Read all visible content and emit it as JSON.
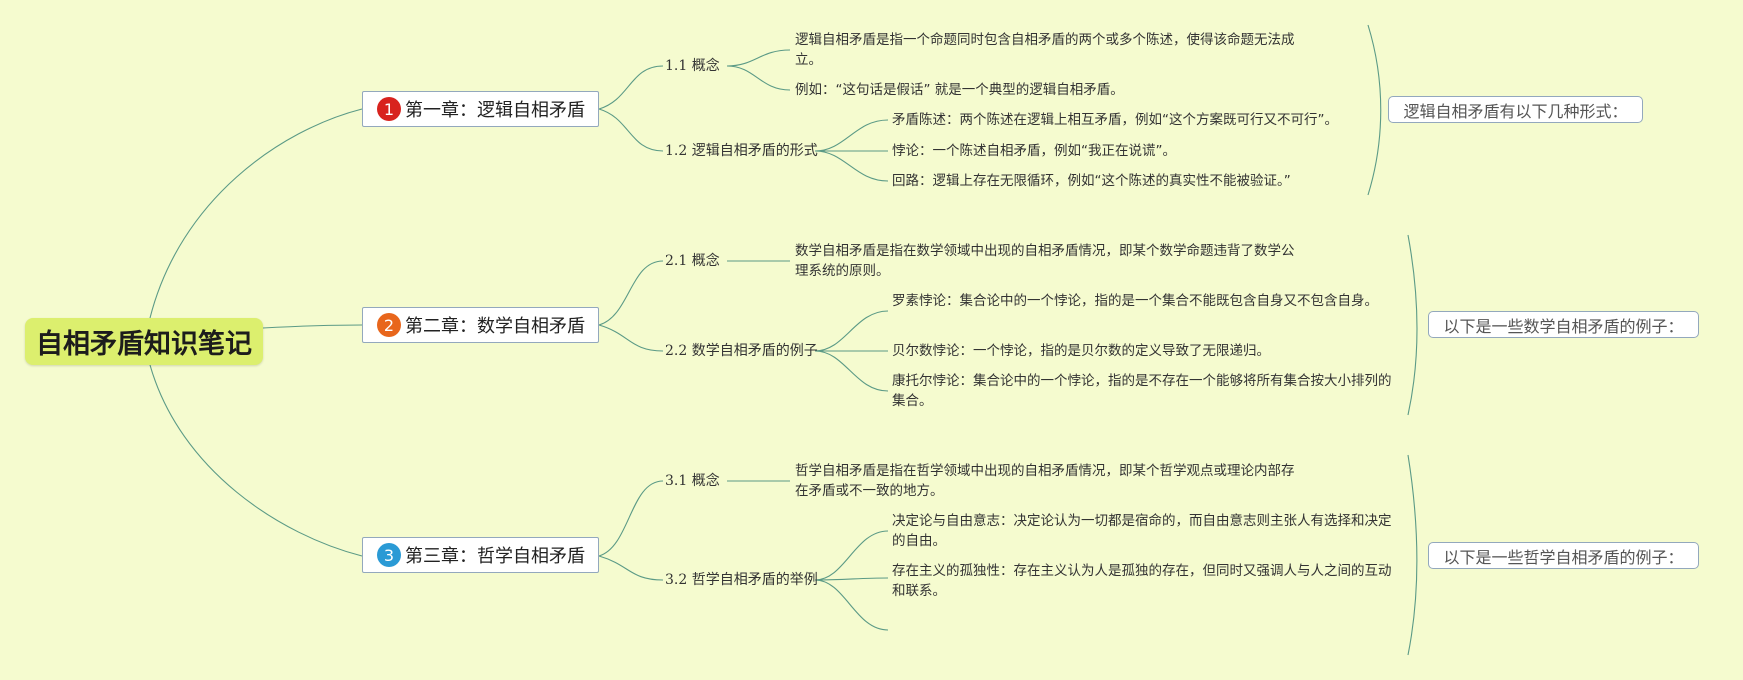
{
  "root": {
    "title": "自相矛盾知识笔记"
  },
  "colors": {
    "background": "#f5fbcf",
    "root_fill": "#dcef6e",
    "link": "#5b9a86",
    "badge_1": "#d8231e",
    "badge_2": "#e8661c",
    "badge_3": "#2a9ad5"
  },
  "chapters": [
    {
      "badge": "1",
      "title": "第一章：逻辑自相矛盾",
      "summary": "逻辑自相矛盾有以下几种形式：",
      "sections": [
        {
          "title": "1.1 概念",
          "items": [
            "逻辑自相矛盾是指一个命题同时包含自相矛盾的两个或多个陈述，使得该命题无法成立。",
            "例如：“这句话是假话” 就是一个典型的逻辑自相矛盾。"
          ]
        },
        {
          "title": "1.2 逻辑自相矛盾的形式",
          "items": [
            "矛盾陈述：两个陈述在逻辑上相互矛盾，例如“这个方案既可行又不可行”。",
            "悖论：一个陈述自相矛盾，例如“我正在说谎”。",
            "回路：逻辑上存在无限循环，例如“这个陈述的真实性不能被验证。”"
          ]
        }
      ]
    },
    {
      "badge": "2",
      "title": "第二章：数学自相矛盾",
      "summary": "以下是一些数学自相矛盾的例子：",
      "sections": [
        {
          "title": "2.1 概念",
          "items": [
            "数学自相矛盾是指在数学领域中出现的自相矛盾情况，即某个数学命题违背了数学公理系统的原则。"
          ]
        },
        {
          "title": "2.2 数学自相矛盾的例子",
          "items": [
            "罗素悖论：集合论中的一个悖论，指的是一个集合不能既包含自身又不包含自身。",
            "贝尔数悖论：一个悖论，指的是贝尔数的定义导致了无限递归。",
            "康托尔悖论：集合论中的一个悖论，指的是不存在一个能够将所有集合按大小排列的集合。"
          ]
        }
      ]
    },
    {
      "badge": "3",
      "title": "第三章：哲学自相矛盾",
      "summary": "以下是一些哲学自相矛盾的例子：",
      "sections": [
        {
          "title": "3.1 概念",
          "items": [
            "哲学自相矛盾是指在哲学领域中出现的自相矛盾情况，即某个哲学观点或理论内部存在矛盾或不一致的地方。"
          ]
        },
        {
          "title": "3.2 哲学自相矛盾的举例",
          "items": [
            "决定论与自由意志：决定论认为一切都是宿命的，而自由意志则主张人有选择和决定的自由。",
            "存在主义的孤独性：存在主义认为人是孤独的存在，但同时又强调人与人之间的互动和联系。",
            ""
          ]
        }
      ]
    }
  ]
}
